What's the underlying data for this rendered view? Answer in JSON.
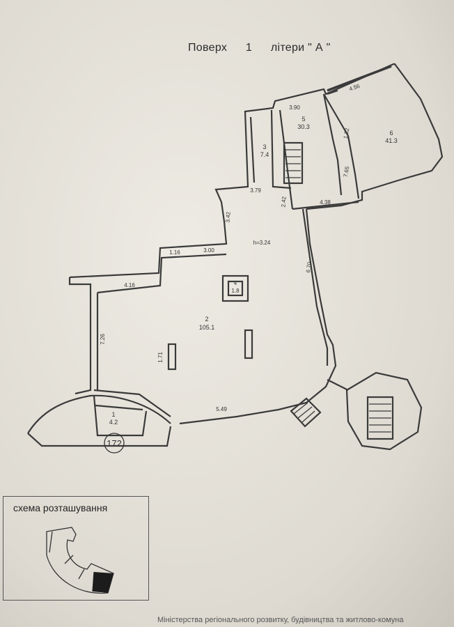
{
  "title": {
    "part1": "Поверх",
    "part2": "1",
    "part3": "літери \" А \""
  },
  "rooms": {
    "r1": {
      "num": "1",
      "area": "4.2"
    },
    "r2": {
      "num": "2",
      "area": "105.1"
    },
    "r3": {
      "num": "3",
      "area": "7.4"
    },
    "r4": {
      "num": "4",
      "area": "1.8"
    },
    "r5": {
      "num": "5",
      "area": "30.3"
    },
    "r6": {
      "num": "6",
      "area": "41.3"
    }
  },
  "dimensions": {
    "d1": "3.90",
    "d2": "4.56",
    "d3": "1.32",
    "d4": "7.65",
    "d5": "4.38",
    "d6": "2.42",
    "d7": "3.79",
    "d8": "3.42",
    "d9": "1.16",
    "d10": "3.00",
    "d11": "h=3.24",
    "d12": "4.16",
    "d13": "6.70",
    "d14": "7.26",
    "d15": "1.71",
    "d16": "5.49"
  },
  "building_number": "172",
  "inset": {
    "title": "схема розташування"
  },
  "footer": "Міністерства регіонального розвитку, будівництва та житлово-комуна"
}
